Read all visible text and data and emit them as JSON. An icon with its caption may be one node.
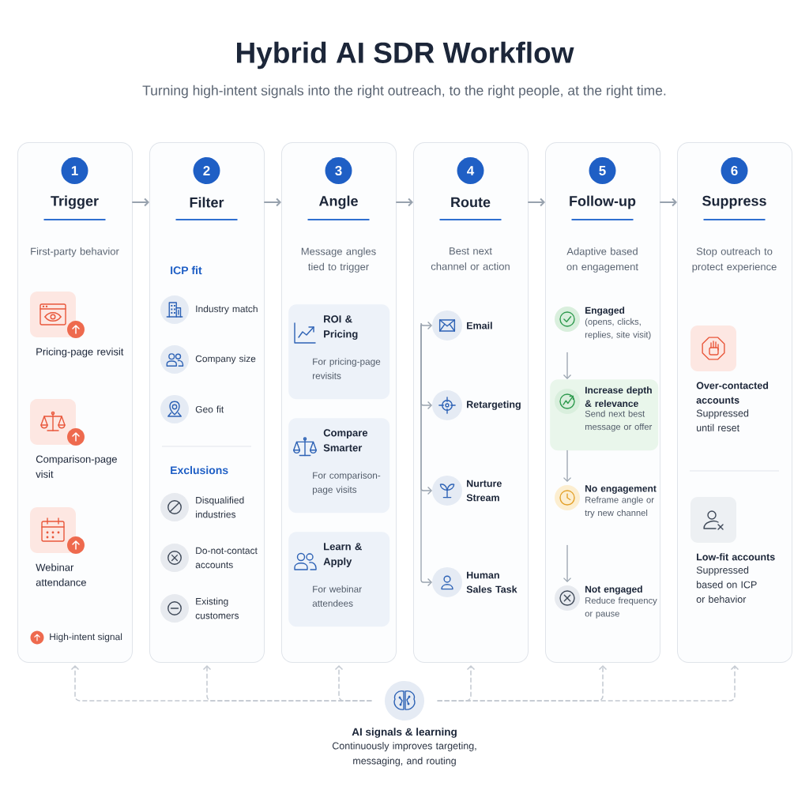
{
  "diagram": {
    "title": "Hybrid AI SDR Workflow",
    "nodes": [
      {
        "text": [
          "1",
          "Trigger",
          "First-party behavior"
        ]
      },
      {
        "text": [
          "Pricing-page revisit"
        ],
        "in": 0
      },
      {
        "text": [
          "Comparison-page visit"
        ],
        "in": 0
      },
      {
        "text": [
          "Webinar attendance"
        ],
        "in": 0
      },
      {
        "text": [
          "2",
          "Filter"
        ]
      },
      {
        "text": [
          "Industry match"
        ],
        "in": 4
      },
      {
        "text": [
          "Company size"
        ],
        "in": 4
      },
      {
        "text": [
          "Geo fit"
        ],
        "in": 4
      },
      {
        "text": [
          "Disqualified industries"
        ],
        "in": 4
      },
      {
        "text": [
          "Do-not-contact accounts"
        ],
        "in": 4
      },
      {
        "text": [
          "Existing customers"
        ],
        "in": 4
      },
      {
        "text": [
          "3",
          "Angle",
          "Message angles tied to trigger"
        ]
      },
      {
        "text": [
          "ROI & Pricing",
          "For pricing-page revisits"
        ],
        "in": 11
      },
      {
        "text": [
          "Compare Smarter",
          "For comparison-page visits"
        ],
        "in": 11
      },
      {
        "text": [
          "Learn & Apply",
          "For webinar attendees"
        ],
        "in": 11
      },
      {
        "text": [
          "4",
          "Route",
          "Best next channel or action"
        ]
      },
      {
        "text": [
          "Email"
        ],
        "in": 15
      },
      {
        "text": [
          "Retargeting"
        ],
        "in": 15
      },
      {
        "text": [
          "Nurture Stream"
        ],
        "in": 15
      },
      {
        "text": [
          "Human Sales Task"
        ],
        "in": 15
      },
      {
        "text": [
          "5",
          "Follow-up",
          "Adaptive based on engagement"
        ]
      },
      {
        "text": [
          "Engaged",
          "(opens, clicks, replies, site visit)"
        ],
        "in": 20
      },
      {
        "text": [
          "Increase depth & relevance",
          "Send next best message or offer"
        ],
        "in": 20
      },
      {
        "text": [
          "No engagement",
          "Reframe angle or try new channel"
        ],
        "in": 20
      },
      {
        "text": [
          "Not engaged",
          "Reduce frequency or pause"
        ],
        "in": 20
      },
      {
        "text": [
          "6",
          "Suppress",
          "Stop outreach to protect experience"
        ]
      },
      {
        "text": [
          "Over-contacted accounts",
          "Suppressed until reset"
        ],
        "in": 25
      },
      {
        "text": [
          "Low-fit accounts",
          "Suppressed based on ICP or behavior"
        ],
        "in": 25
      },
      {
        "text": [
          "AI signals & learning",
          "Continuously improves targeting, messaging, and routing"
        ]
      }
    ],
    "edges": [
      {
        "from": 0,
        "to": 4,
        "arrow": "to"
      },
      {
        "from": 4,
        "to": 11,
        "arrow": "to"
      },
      {
        "from": 11,
        "to": 15,
        "arrow": "to"
      },
      {
        "from": 15,
        "to": 20,
        "arrow": "to"
      },
      {
        "from": 20,
        "to": 25,
        "arrow": "to"
      },
      {
        "from": null,
        "to": 16,
        "arrow": "to"
      },
      {
        "from": null,
        "to": 17,
        "arrow": "to"
      },
      {
        "from": null,
        "to": 18,
        "arrow": "to"
      },
      {
        "from": null,
        "to": 19,
        "arrow": "to"
      },
      {
        "from": 21,
        "to": 22,
        "arrow": "to"
      },
      {
        "from": 22,
        "to": 23,
        "arrow": "to"
      },
      {
        "from": 23,
        "to": 24,
        "arrow": "to"
      },
      {
        "from": 28,
        "to": 0,
        "arrow": "to",
        "style": "dashed",
        "color": "#c3c9d1"
      },
      {
        "from": 28,
        "to": 4,
        "arrow": "to",
        "style": "dashed",
        "color": "#c3c9d1"
      },
      {
        "from": 28,
        "to": 11,
        "arrow": "to",
        "style": "dashed",
        "color": "#c3c9d1"
      },
      {
        "from": 28,
        "to": 15,
        "arrow": "to",
        "style": "dashed",
        "color": "#c3c9d1"
      },
      {
        "from": 28,
        "to": 20,
        "arrow": "to",
        "style": "dashed",
        "color": "#c3c9d1"
      },
      {
        "from": 28,
        "to": 25,
        "arrow": "to",
        "style": "dashed",
        "color": "#c3c9d1"
      }
    ],
    "labels": [
      "Turning high-intent signals into the right outreach, to the right people, at the right time.",
      "ICP fit",
      "Exclusions"
    ],
    "legend": [
      {
        "text": "High-intent signal",
        "color": "#ee6a4e"
      }
    ]
  }
}
